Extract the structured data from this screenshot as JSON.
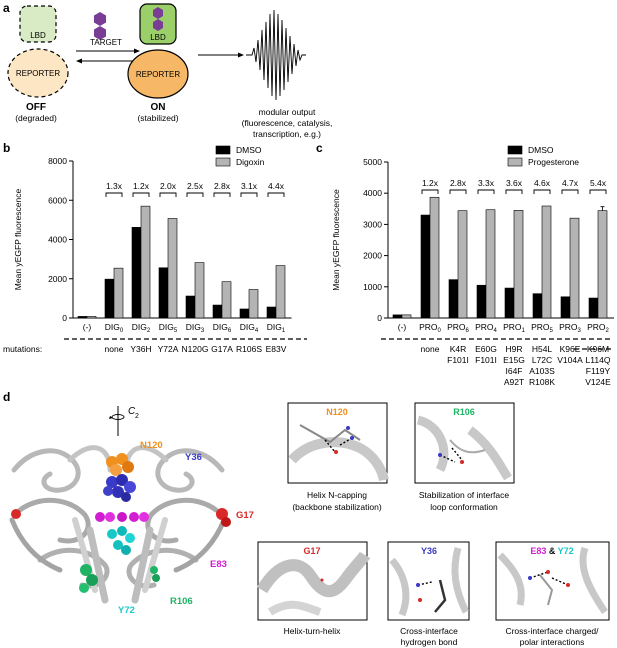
{
  "panel_labels": {
    "a": "a",
    "b": "b",
    "c": "c",
    "d": "d"
  },
  "panel_a": {
    "off_domain": "LBD",
    "off_reporter": "REPORTER",
    "on_domain": "LBD",
    "on_reporter": "REPORTER",
    "target_label": "TARGET",
    "off_state": "OFF",
    "off_sub": "(degraded)",
    "on_state": "ON",
    "on_sub": "(stabilized)",
    "output_lines": [
      "modular output",
      "(fluorescence, catalysis,",
      "transcription, e.g.)"
    ],
    "colors": {
      "lbd": "#9bcf6a",
      "lbd_off": "#d8ebc4",
      "reporter": "#f6b867",
      "ligand": "#7a3d96"
    }
  },
  "mutations_row_label": "mutations:",
  "chart_data": [
    {
      "type": "bar",
      "panel": "b",
      "ylabel": "Mean yEGFP fluorescence",
      "ylim": [
        0,
        8000
      ],
      "yticks": [
        "0",
        "2000",
        "4000",
        "6000",
        "8000"
      ],
      "ytick_values": [
        0,
        2000,
        4000,
        6000,
        8000
      ],
      "categories": [
        "(-)",
        "DIG",
        "DIG",
        "DIG",
        "DIG",
        "DIG",
        "DIG",
        "DIG"
      ],
      "category_subscripts": [
        "",
        "0",
        "2",
        "5",
        "3",
        "6",
        "4",
        "1"
      ],
      "series": [
        {
          "name": "DMSO",
          "color": "#000000",
          "values": [
            80,
            1980,
            4620,
            2560,
            1120,
            660,
            460,
            560
          ]
        },
        {
          "name": "Digoxin",
          "color": "#b4b4b4",
          "values": [
            80,
            2540,
            5700,
            5070,
            2820,
            1850,
            1450,
            2670
          ]
        }
      ],
      "fold_changes": [
        "",
        "1.3x",
        "1.2x",
        "2.0x",
        "2.5x",
        "2.8x",
        "3.1x",
        "4.4x"
      ],
      "mutations": [
        [
          ""
        ],
        [
          "none"
        ],
        [
          "Y36H"
        ],
        [
          "Y72A"
        ],
        [
          "N120G"
        ],
        [
          "G17A"
        ],
        [
          "R106S"
        ],
        [
          "E83V"
        ]
      ],
      "legend_placement": "top-right"
    },
    {
      "type": "bar",
      "panel": "c",
      "ylabel": "Mean yEGFP fluorescence",
      "ylim": [
        0,
        5000
      ],
      "yticks": [
        "0",
        "1000",
        "2000",
        "3000",
        "4000",
        "5000"
      ],
      "ytick_values": [
        0,
        1000,
        2000,
        3000,
        4000,
        5000
      ],
      "categories": [
        "(-)",
        "PRO",
        "PRO",
        "PRO",
        "PRO",
        "PRO",
        "PRO",
        "PRO"
      ],
      "category_subscripts": [
        "",
        "0",
        "6",
        "4",
        "1",
        "5",
        "3",
        "2"
      ],
      "series": [
        {
          "name": "DMSO",
          "color": "#000000",
          "values": [
            100,
            3300,
            1230,
            1050,
            960,
            780,
            680,
            640
          ]
        },
        {
          "name": "Progesterone",
          "color": "#b4b4b4",
          "values": [
            100,
            3870,
            3440,
            3470,
            3450,
            3590,
            3200,
            3440
          ]
        }
      ],
      "fold_changes": [
        "",
        "1.2x",
        "2.8x",
        "3.3x",
        "3.6x",
        "4.6x",
        "4.7x",
        "5.4x"
      ],
      "mutations": [
        [
          ""
        ],
        [
          "none"
        ],
        [
          "K4R",
          "F101I"
        ],
        [
          "E60G",
          "F101I"
        ],
        [
          "H9R",
          "E15G",
          "I64F",
          "A92T"
        ],
        [
          "H54L",
          "L72C",
          "A103S",
          "R108K"
        ],
        [
          "K96E",
          "V104A"
        ],
        [
          "K96M",
          "L114Q",
          "F119Y",
          "V124E"
        ]
      ],
      "legend_placement": "top-right"
    }
  ],
  "panel_d": {
    "axis_label": "C",
    "axis_subscript": "2",
    "residues": [
      {
        "text": "N120",
        "color": "#f0901e"
      },
      {
        "text": "Y36",
        "color": "#3a3ac8"
      },
      {
        "text": "G17",
        "color": "#d82828"
      },
      {
        "text": "E83",
        "color": "#d21ed2"
      },
      {
        "text": "Y72",
        "color": "#18c8c8"
      },
      {
        "text": "R106",
        "color": "#1eb464"
      }
    ],
    "insets": [
      {
        "title": "N120",
        "title_color": "#f0901e",
        "caption": [
          "Helix N-capping",
          "(backbone stabilization)"
        ]
      },
      {
        "title": "R106",
        "title_color": "#1eb464",
        "caption": [
          "Stabilization of interface",
          "loop conformation"
        ]
      },
      {
        "title": "G17",
        "title_color": "#d82828",
        "caption": [
          "Helix-turn-helix"
        ]
      },
      {
        "title": "Y36",
        "title_color": "#3a3ac8",
        "caption": [
          "Cross-interface",
          "hydrogen bond"
        ]
      },
      {
        "title_parts": [
          {
            "text": "E83",
            "color": "#d21ed2"
          },
          {
            "text": " & ",
            "color": "#111111"
          },
          {
            "text": "Y72",
            "color": "#18c8c8"
          }
        ],
        "caption": [
          "Cross-interface charged/",
          "polar interactions"
        ]
      }
    ]
  }
}
